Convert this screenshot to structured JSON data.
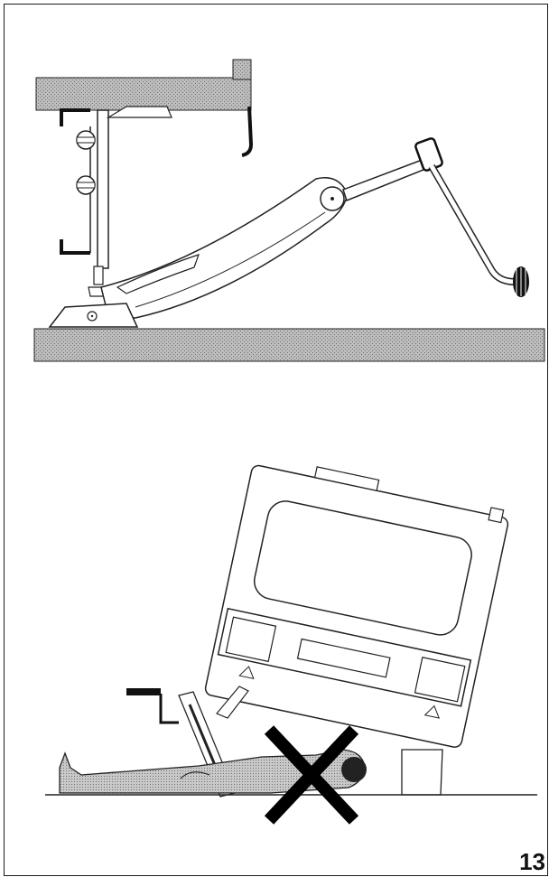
{
  "page": {
    "number": "13"
  },
  "figures": [
    {
      "id": "jack-mounting-detail",
      "parts": [
        "vehicle-sill",
        "jack-hook-bracket",
        "trolley-jack-arm",
        "jack-foot-base",
        "jack-handle",
        "ground"
      ]
    },
    {
      "id": "warning-do-not-lie-under-vehicle",
      "parts": [
        "raised-vehicle-rear",
        "jack",
        "person-under-vehicle",
        "prohibition-cross",
        "ground-line"
      ]
    }
  ],
  "icons": {
    "warning_symbol": "prohibition-x-icon"
  }
}
